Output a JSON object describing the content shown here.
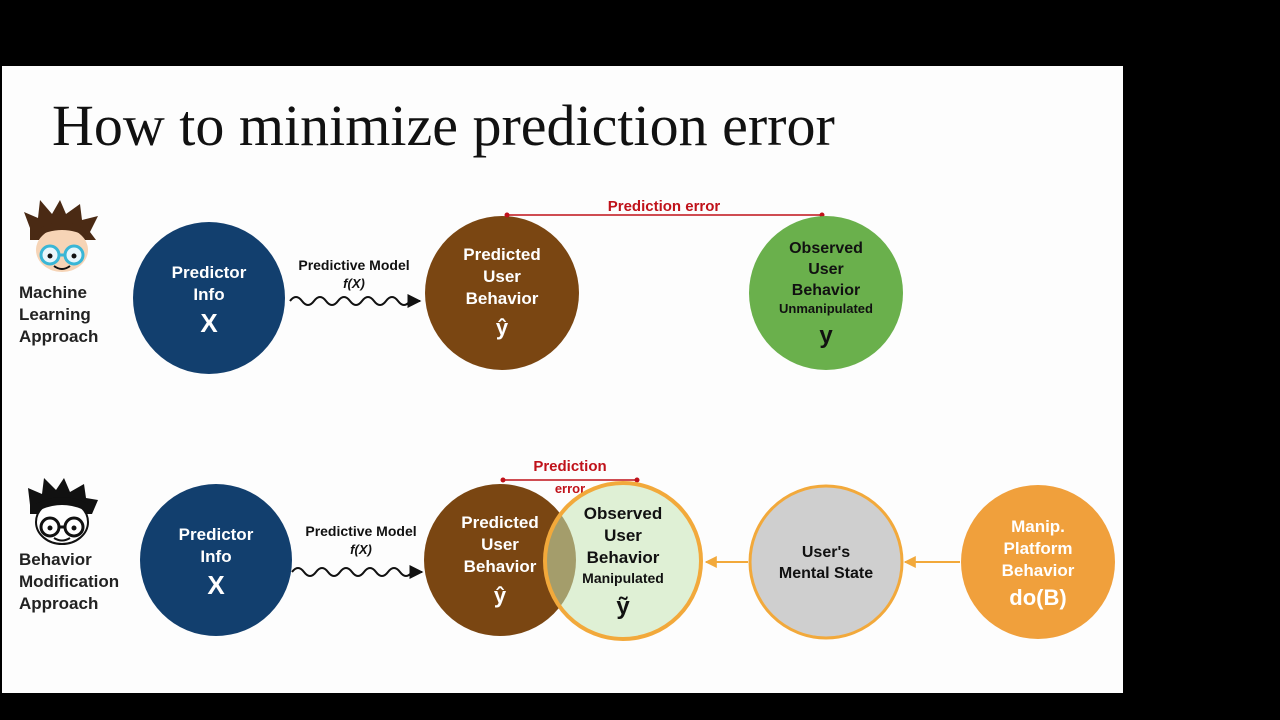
{
  "title": "How to minimize prediction error",
  "colors": {
    "navy": "#123f6e",
    "brown": "#7a4612",
    "green": "#6ab04c",
    "light_green": "#d6ebc9",
    "gray": "#cfcfcf",
    "orange": "#f0a03c",
    "outline_orange": "#f2a93b",
    "error_red": "#c0121a"
  },
  "ml_row": {
    "approach_label": [
      "Machine",
      "Learning",
      "Approach"
    ],
    "predictor": {
      "line1": "Predictor",
      "line2": "Info",
      "symbol": "X"
    },
    "model": {
      "line1": "Predictive Model",
      "line2": "f(X)"
    },
    "predicted": {
      "line1": "Predicted",
      "line2": "User",
      "line3": "Behavior",
      "symbol": "ŷ"
    },
    "error_label": "Prediction error",
    "observed": {
      "line1": "Observed",
      "line2": "User",
      "line3": "Behavior",
      "line4": "Unmanipulated",
      "symbol": "y"
    }
  },
  "bm_row": {
    "approach_label": [
      "Behavior",
      "Modification",
      "Approach"
    ],
    "predictor": {
      "line1": "Predictor",
      "line2": "Info",
      "symbol": "X"
    },
    "model": {
      "line1": "Predictive Model",
      "line2": "f(X)"
    },
    "predicted": {
      "line1": "Predicted",
      "line2": "User",
      "line3": "Behavior",
      "symbol": "ŷ"
    },
    "error_label": [
      "Prediction",
      "error"
    ],
    "observed": {
      "line1": "Observed",
      "line2": "User",
      "line3": "Behavior",
      "line4": "Manipulated",
      "symbol": "ỹ"
    },
    "mental": {
      "line1": "User's",
      "line2": "Mental State"
    },
    "platform": {
      "line1": "Manip.",
      "line2": "Platform",
      "line3": "Behavior",
      "symbol": "do(B)"
    }
  }
}
